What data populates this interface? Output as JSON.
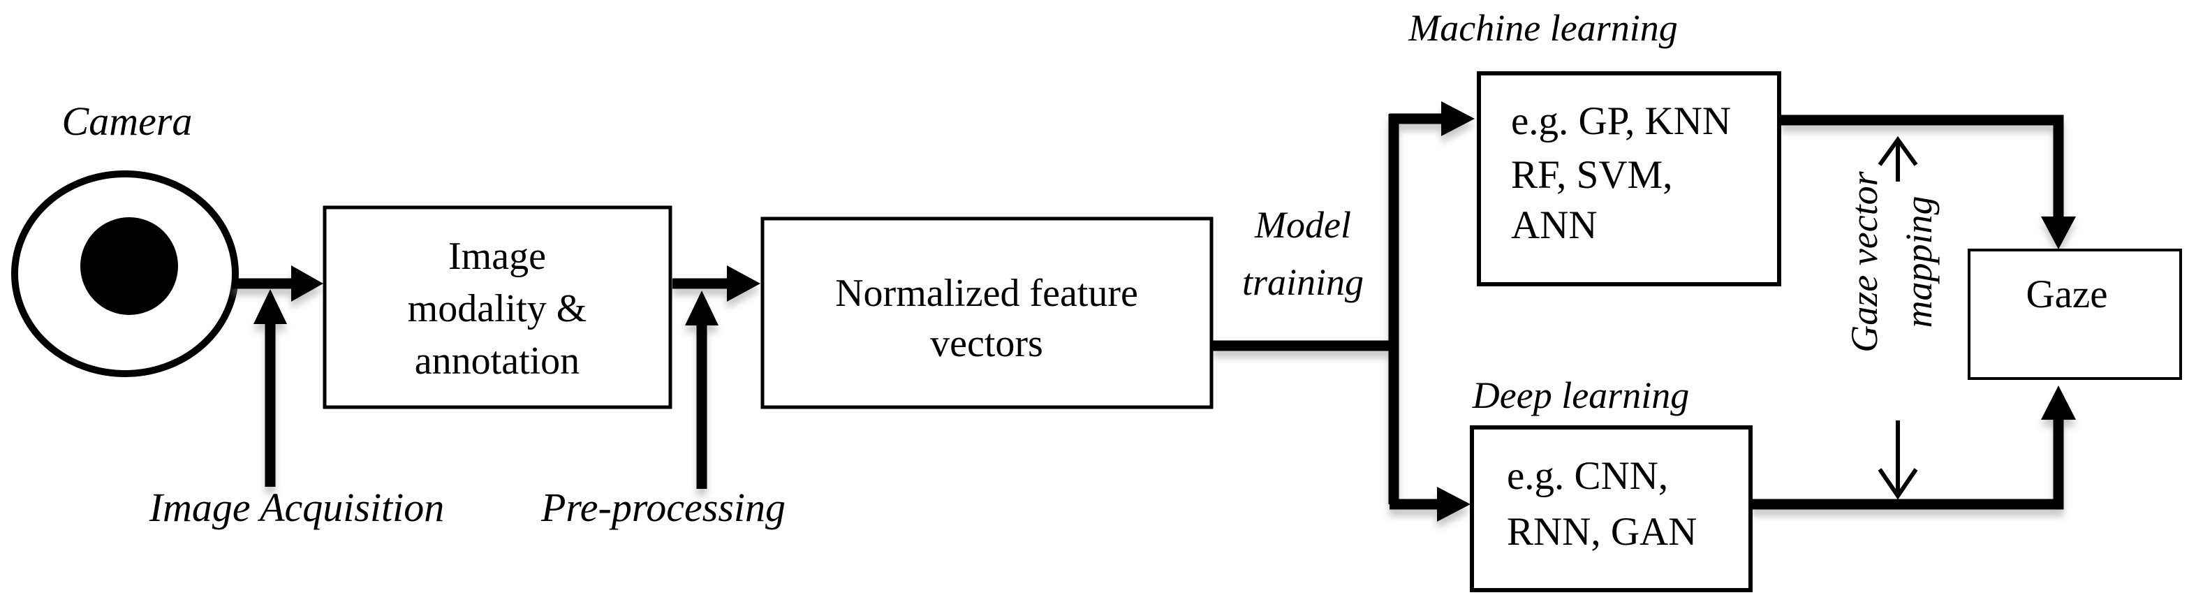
{
  "diagram": {
    "camera_label": "Camera",
    "image_acquisition_label": "Image Acquisition",
    "preprocessing_label": "Pre-processing",
    "model_training": {
      "line1": "Model",
      "line2": "training"
    },
    "machine_learning_label": "Machine learning",
    "deep_learning_label": "Deep learning",
    "gaze_vector_mapping": {
      "line1": "Gaze vector",
      "line2": "mapping"
    },
    "boxes": {
      "image_modality": {
        "lines": [
          "Image",
          "modality &",
          "annotation"
        ]
      },
      "normalized_features": {
        "lines": [
          "Normalized feature",
          "vectors"
        ]
      },
      "machine_learning": {
        "lines": [
          "e.g. GP, KNN",
          "RF, SVM,",
          "ANN"
        ]
      },
      "deep_learning": {
        "lines": [
          "e.g. CNN,",
          "RNN, GAN"
        ]
      },
      "gaze": {
        "label": "Gaze"
      }
    },
    "colors": {
      "ink": "#000000",
      "background": "#ffffff"
    }
  }
}
